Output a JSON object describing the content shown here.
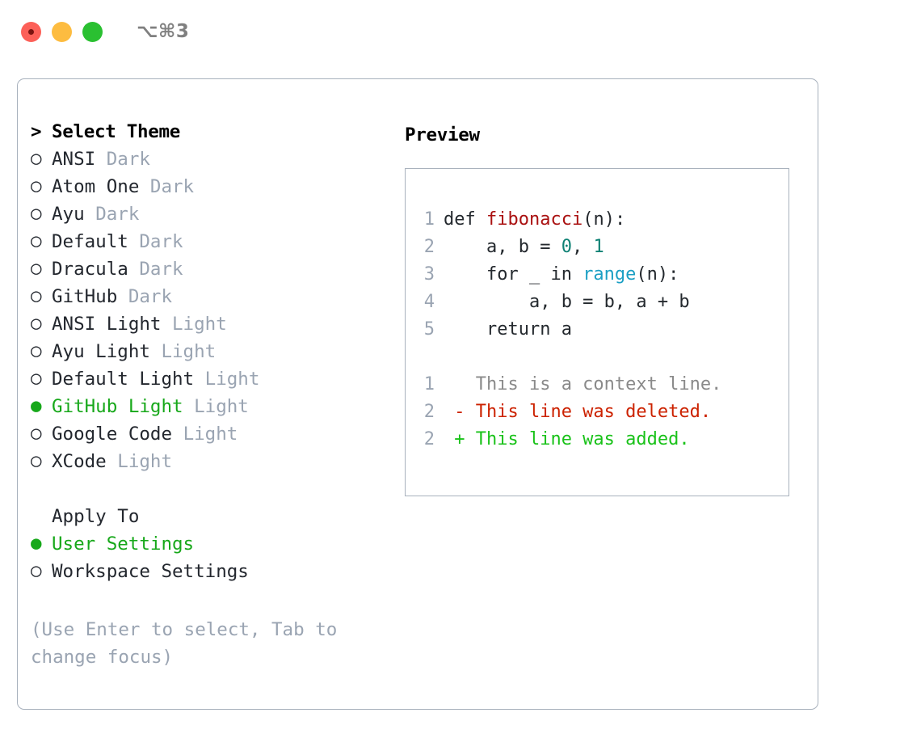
{
  "titlebar": {
    "shortcut": "⌥⌘3",
    "buttons": {
      "close": "close",
      "minimize": "minimize",
      "maximize": "maximize"
    }
  },
  "theme_selector": {
    "header": {
      "marker": ">",
      "label": "Select Theme"
    },
    "bullet_unselected": "○",
    "bullet_selected": "●",
    "items": [
      {
        "marker": "○",
        "name": "ANSI",
        "kind": "Dark",
        "selected": false
      },
      {
        "marker": "○",
        "name": "Atom One",
        "kind": "Dark",
        "selected": false
      },
      {
        "marker": "○",
        "name": "Ayu",
        "kind": "Dark",
        "selected": false
      },
      {
        "marker": "○",
        "name": "Default",
        "kind": "Dark",
        "selected": false
      },
      {
        "marker": "○",
        "name": "Dracula",
        "kind": "Dark",
        "selected": false
      },
      {
        "marker": "○",
        "name": "GitHub",
        "kind": "Dark",
        "selected": false
      },
      {
        "marker": "○",
        "name": "ANSI Light",
        "kind": "Light",
        "selected": false
      },
      {
        "marker": "○",
        "name": "Ayu Light",
        "kind": "Light",
        "selected": false
      },
      {
        "marker": "○",
        "name": "Default Light",
        "kind": "Light",
        "selected": false
      },
      {
        "marker": "●",
        "name": "GitHub Light",
        "kind": "Light",
        "selected": true
      },
      {
        "marker": "○",
        "name": "Google Code",
        "kind": "Light",
        "selected": false
      },
      {
        "marker": "○",
        "name": "XCode",
        "kind": "Light",
        "selected": false
      }
    ]
  },
  "apply_to": {
    "title": "Apply To",
    "options": [
      {
        "marker": "●",
        "label": "User Settings",
        "selected": true
      },
      {
        "marker": "○",
        "label": "Workspace Settings",
        "selected": false
      }
    ]
  },
  "hint": "(Use Enter to select, Tab to change focus)",
  "preview": {
    "title": "Preview",
    "code_lines": [
      {
        "number": "1",
        "tokens": [
          {
            "text": "def ",
            "type": "plain"
          },
          {
            "text": "fibonacci",
            "type": "fn"
          },
          {
            "text": "(n):",
            "type": "plain"
          }
        ]
      },
      {
        "number": "2",
        "tokens": [
          {
            "text": "    a, b = ",
            "type": "plain"
          },
          {
            "text": "0",
            "type": "num"
          },
          {
            "text": ", ",
            "type": "plain"
          },
          {
            "text": "1",
            "type": "num"
          }
        ]
      },
      {
        "number": "3",
        "tokens": [
          {
            "text": "    for _ in ",
            "type": "plain"
          },
          {
            "text": "range",
            "type": "builtin"
          },
          {
            "text": "(n):",
            "type": "plain"
          }
        ]
      },
      {
        "number": "4",
        "tokens": [
          {
            "text": "        a, b = b, a + b",
            "type": "plain"
          }
        ]
      },
      {
        "number": "5",
        "tokens": [
          {
            "text": "    return a",
            "type": "plain"
          }
        ]
      }
    ],
    "diff_lines": [
      {
        "number": "1",
        "text": "   This is a context line.",
        "type": "context"
      },
      {
        "number": "2",
        "text": " - This line was deleted.",
        "type": "deleted"
      },
      {
        "number": "2",
        "text": " + This line was added.",
        "type": "added"
      }
    ]
  },
  "colors": {
    "accent_green": "#17a81a",
    "muted": "#9aa4b2",
    "border": "#a8b1bd",
    "code_function": "#aa1111",
    "code_number": "#0e8174",
    "code_builtin": "#1b9fc4",
    "diff_deleted": "#cc2200",
    "diff_added": "#19c219",
    "diff_context": "#8a8a8a"
  }
}
